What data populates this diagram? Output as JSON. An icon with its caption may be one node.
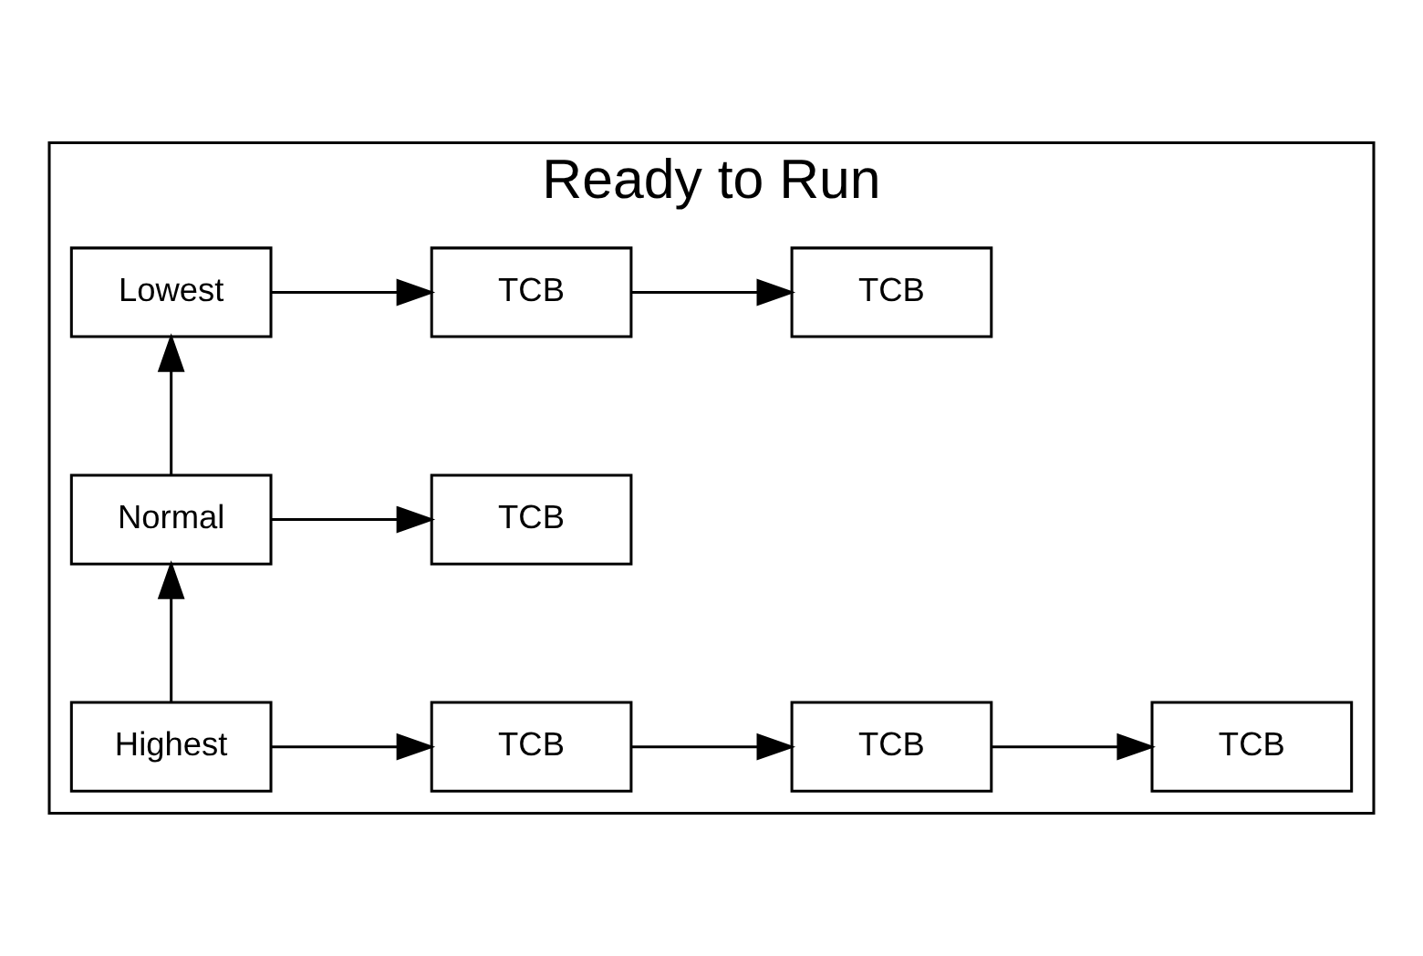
{
  "diagram": {
    "nodes": [
      {
        "text": [
          "Ready to Run"
        ]
      },
      {
        "text": [
          "Highest"
        ],
        "in": 0
      },
      {
        "text": [
          "TCB"
        ],
        "in": 0
      },
      {
        "text": [
          "TCB"
        ],
        "in": 0
      },
      {
        "text": [
          "TCB"
        ],
        "in": 0
      },
      {
        "text": [
          "Normal"
        ],
        "in": 0
      },
      {
        "text": [
          "TCB"
        ],
        "in": 0
      },
      {
        "text": [
          "Lowest"
        ],
        "in": 0
      },
      {
        "text": [
          "TCB"
        ],
        "in": 0
      },
      {
        "text": [
          "TCB"
        ],
        "in": 0
      }
    ],
    "edges": [
      {
        "from": 1,
        "to": 2,
        "arrow": "to"
      },
      {
        "from": 2,
        "to": 3,
        "arrow": "to"
      },
      {
        "from": 3,
        "to": 4,
        "arrow": "to"
      },
      {
        "from": 1,
        "to": 5,
        "arrow": "to"
      },
      {
        "from": 5,
        "to": 6,
        "arrow": "to"
      },
      {
        "from": 5,
        "to": 7,
        "arrow": "to"
      },
      {
        "from": 7,
        "to": 8,
        "arrow": "to"
      },
      {
        "from": 8,
        "to": 9,
        "arrow": "to"
      }
    ]
  }
}
